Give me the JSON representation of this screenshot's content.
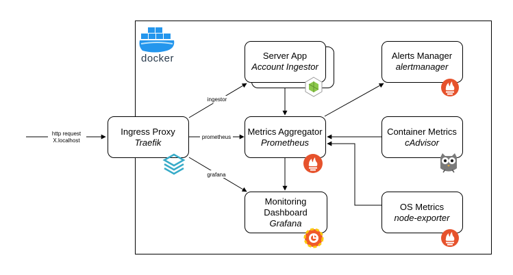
{
  "diagram": {
    "outer_label": "docker",
    "external_edge_label_line1": "http request",
    "external_edge_label_line2": "X.localhost",
    "nodes": {
      "ingress": {
        "title": "Ingress Proxy",
        "subtitle": "Traefik",
        "icon": "traefik-icon"
      },
      "server_app": {
        "title": "Server App",
        "subtitle": "Account Ingestor",
        "icon": "nodejs-icon"
      },
      "metrics": {
        "title": "Metrics Aggregator",
        "subtitle": "Prometheus",
        "icon": "prometheus-icon"
      },
      "monitoring": {
        "title_line1": "Monitoring",
        "title_line2": "Dashboard",
        "subtitle": "Grafana",
        "icon": "grafana-icon"
      },
      "alerts": {
        "title": "Alerts Manager",
        "subtitle": "alertmanager",
        "icon": "prometheus-icon"
      },
      "container_metrics": {
        "title": "Container Metrics",
        "subtitle": "cAdvisor",
        "icon": "owl-icon"
      },
      "os_metrics": {
        "title": "OS Metrics",
        "subtitle": "node-exporter",
        "icon": "prometheus-icon"
      }
    },
    "edges": {
      "ingestor": "ingestor",
      "prometheus": "prometheus",
      "grafana": "grafana"
    },
    "colors": {
      "prometheus": "#E6522C",
      "grafana_orange": "#F05A28",
      "grafana_yellow": "#FBCA0A",
      "docker_blue": "#2496ED",
      "traefik_blue": "#37ABC8",
      "nodejs_green": "#8CC84B"
    }
  }
}
